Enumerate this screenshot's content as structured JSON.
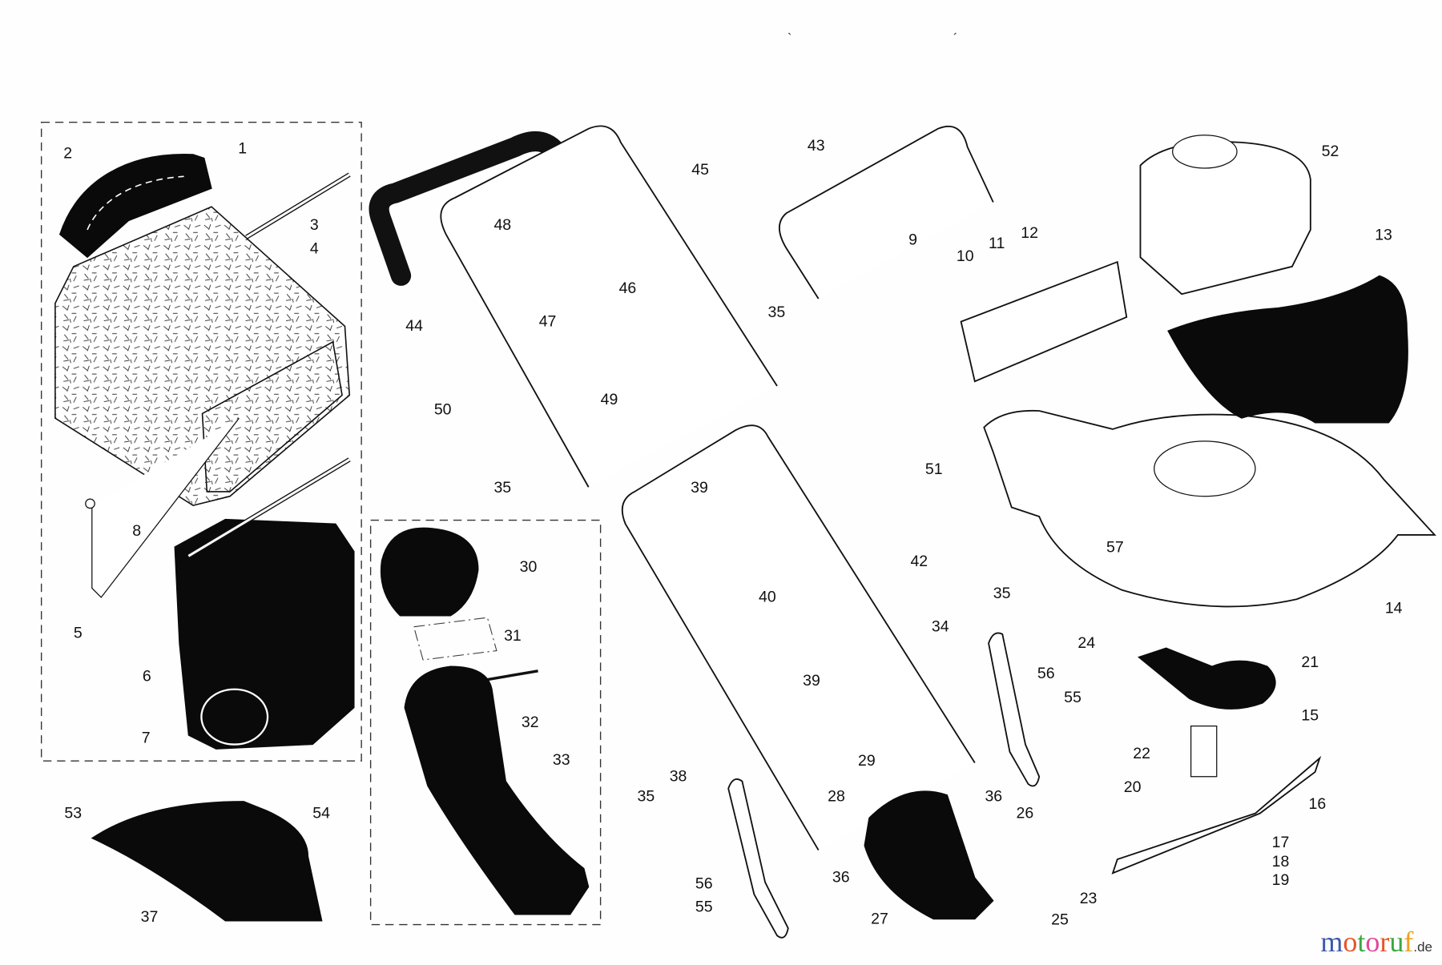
{
  "diagram": {
    "title_marks": [
      "`",
      "´"
    ],
    "callouts": [
      {
        "id": "c1",
        "label": "1"
      },
      {
        "id": "c2",
        "label": "2"
      },
      {
        "id": "c3",
        "label": "3"
      },
      {
        "id": "c4",
        "label": "4"
      },
      {
        "id": "c5",
        "label": "5"
      },
      {
        "id": "c6",
        "label": "6"
      },
      {
        "id": "c7",
        "label": "7"
      },
      {
        "id": "c8",
        "label": "8"
      },
      {
        "id": "c9",
        "label": "9"
      },
      {
        "id": "c10",
        "label": "10"
      },
      {
        "id": "c11",
        "label": "11"
      },
      {
        "id": "c12",
        "label": "12"
      },
      {
        "id": "c13",
        "label": "13"
      },
      {
        "id": "c14",
        "label": "14"
      },
      {
        "id": "c15",
        "label": "15"
      },
      {
        "id": "c16",
        "label": "16"
      },
      {
        "id": "c17",
        "label": "17"
      },
      {
        "id": "c18",
        "label": "18"
      },
      {
        "id": "c19",
        "label": "19"
      },
      {
        "id": "c20",
        "label": "20"
      },
      {
        "id": "c21",
        "label": "21"
      },
      {
        "id": "c22",
        "label": "22"
      },
      {
        "id": "c23",
        "label": "23"
      },
      {
        "id": "c24",
        "label": "24"
      },
      {
        "id": "c25",
        "label": "25"
      },
      {
        "id": "c26",
        "label": "26"
      },
      {
        "id": "c27",
        "label": "27"
      },
      {
        "id": "c28",
        "label": "28"
      },
      {
        "id": "c29",
        "label": "29"
      },
      {
        "id": "c30",
        "label": "30"
      },
      {
        "id": "c31",
        "label": "31"
      },
      {
        "id": "c32",
        "label": "32"
      },
      {
        "id": "c33",
        "label": "33"
      },
      {
        "id": "c34",
        "label": "34"
      },
      {
        "id": "c35a",
        "label": "35"
      },
      {
        "id": "c35b",
        "label": "35"
      },
      {
        "id": "c35c",
        "label": "35"
      },
      {
        "id": "c35d",
        "label": "35"
      },
      {
        "id": "c36a",
        "label": "36"
      },
      {
        "id": "c36b",
        "label": "36"
      },
      {
        "id": "c37",
        "label": "37"
      },
      {
        "id": "c38",
        "label": "38"
      },
      {
        "id": "c39a",
        "label": "39"
      },
      {
        "id": "c39b",
        "label": "39"
      },
      {
        "id": "c40",
        "label": "40"
      },
      {
        "id": "c42",
        "label": "42"
      },
      {
        "id": "c43",
        "label": "43"
      },
      {
        "id": "c44",
        "label": "44"
      },
      {
        "id": "c45",
        "label": "45"
      },
      {
        "id": "c46",
        "label": "46"
      },
      {
        "id": "c47",
        "label": "47"
      },
      {
        "id": "c48",
        "label": "48"
      },
      {
        "id": "c49",
        "label": "49"
      },
      {
        "id": "c50",
        "label": "50"
      },
      {
        "id": "c51",
        "label": "51"
      },
      {
        "id": "c52",
        "label": "52"
      },
      {
        "id": "c53",
        "label": "53"
      },
      {
        "id": "c54",
        "label": "54"
      },
      {
        "id": "c55a",
        "label": "55"
      },
      {
        "id": "c55b",
        "label": "55"
      },
      {
        "id": "c56a",
        "label": "56"
      },
      {
        "id": "c56b",
        "label": "56"
      },
      {
        "id": "c57",
        "label": "57"
      }
    ]
  },
  "watermark": {
    "letters": [
      {
        "ch": "m",
        "color": "#3b5ba8"
      },
      {
        "ch": "o",
        "color": "#e8532a"
      },
      {
        "ch": "t",
        "color": "#3aa843"
      },
      {
        "ch": "o",
        "color": "#e2479a"
      },
      {
        "ch": "r",
        "color": "#e8532a"
      },
      {
        "ch": "u",
        "color": "#3aa843"
      },
      {
        "ch": "f",
        "color": "#f0a020"
      }
    ],
    "suffix": ".de"
  }
}
